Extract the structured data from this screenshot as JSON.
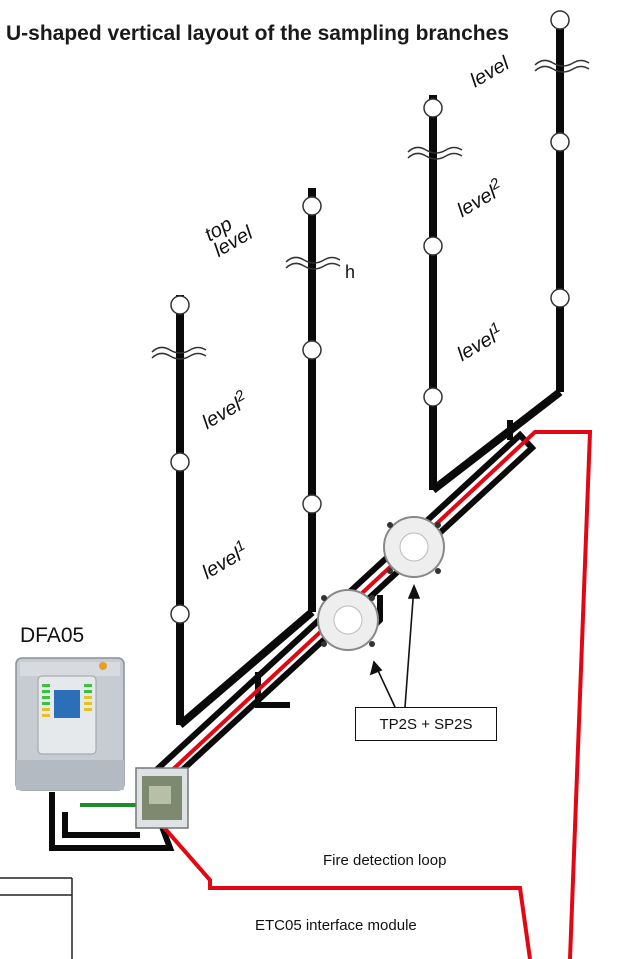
{
  "title": "U-shaped vertical layout of the sampling branches",
  "device_label": "DFA05",
  "height_label": "h",
  "callout_label": "TP2S + SP2S",
  "loop_label": "Fire detection loop",
  "module_label": "ETC05 interface module",
  "levels": {
    "left_top": "top\nlevel",
    "left_l2_word": "level",
    "left_l2_num": "2",
    "left_l1_word": "level",
    "left_l1_num": "1",
    "right_top": "level",
    "right_l2_word": "level",
    "right_l2_num": "2",
    "right_l1_word": "level",
    "right_l1_num": "1"
  },
  "colors": {
    "pipe": "#0a0a0a",
    "loop": "#e30613",
    "ground": "#1f8a2a",
    "device_body": "#c7ccd2",
    "led_green": "#3fbf3f",
    "led_yellow": "#e6c21e",
    "display_blue": "#2a6fb8"
  }
}
